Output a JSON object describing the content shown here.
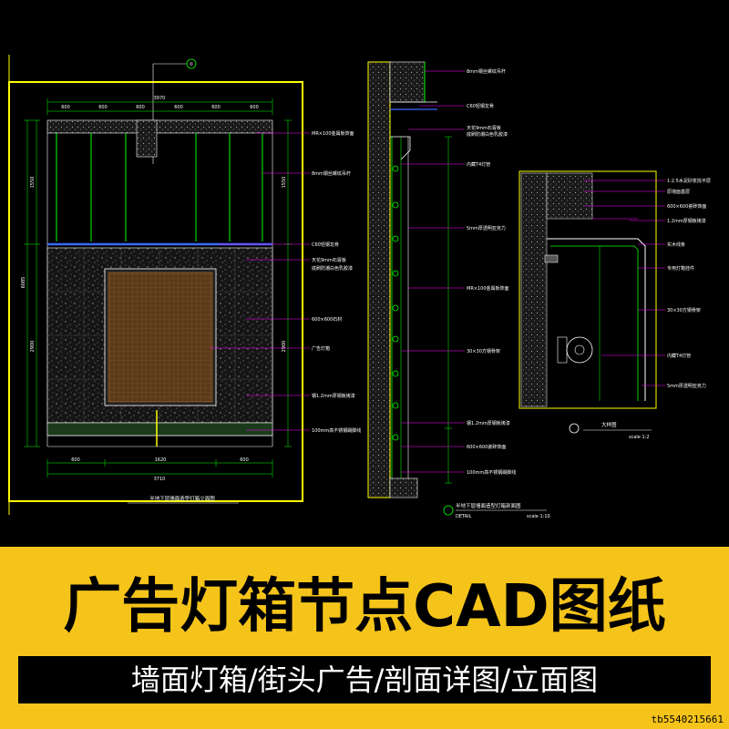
{
  "banner": {
    "title": "广告灯箱节点CAD图纸",
    "subtitle": "墙面灯箱/街头广告/剖面详图/立面图",
    "watermark": "tb5540215661"
  },
  "colors": {
    "background": "#000000",
    "banner": "#f5c41a",
    "frame": "#ffff00",
    "dimension": "#00ff00",
    "leader": "#ff00ff",
    "hatch": "#bdbdbd"
  },
  "drawing": {
    "elevation": {
      "callout": "①",
      "top_dims": [
        "3970",
        "600",
        "600",
        "600",
        "600",
        "600",
        "600"
      ],
      "bottom_dims": [
        "3710",
        "600",
        "1620",
        "600"
      ],
      "left_dims": [
        "1550",
        "2900",
        "6085"
      ],
      "right_dims": [
        "1550",
        "2900"
      ],
      "notes": [
        "MR×100金属板饰面",
        "8mm钢丝螺纹吊杆",
        "C60轻钢龙骨",
        "天花9mm石膏板",
        "底刷防潮白色乳胶漆",
        "600×600石材",
        "广告灯箱",
        "钢1.2mm厚钢板烤漆",
        "100mm高不锈钢踢脚线"
      ],
      "caption": "半地下层墙面造型灯箱立面图"
    },
    "section": {
      "notes": [
        "8mm钢丝螺纹吊杆",
        "C60轻钢龙骨",
        "天花9mm石膏板",
        "底刷防潮白色乳胶漆",
        "内藏T4灯管",
        "5mm厚透明亚克力",
        "MR×100金属板饰面",
        "30×30方钢骨架",
        "钢1.2mm厚钢板烤漆",
        "600×600瓷砖饰面",
        "100mm高不锈钢踢脚线"
      ],
      "caption": "半地下层墙面造型灯箱剖面图",
      "scale": "scale 1:10",
      "code": "DETAIL"
    },
    "detail": {
      "notes": [
        "1:2.5水泥砂浆找平层",
        "原墙面基层",
        "600×600瓷砖饰面",
        "1.2mm厚钢板烤漆",
        "实木线条",
        "专用灯箱挂件",
        "30×30方钢骨架",
        "内藏T4灯管",
        "5mm厚透明亚克力"
      ],
      "caption": "大样图",
      "scale": "scale 1:2"
    }
  }
}
